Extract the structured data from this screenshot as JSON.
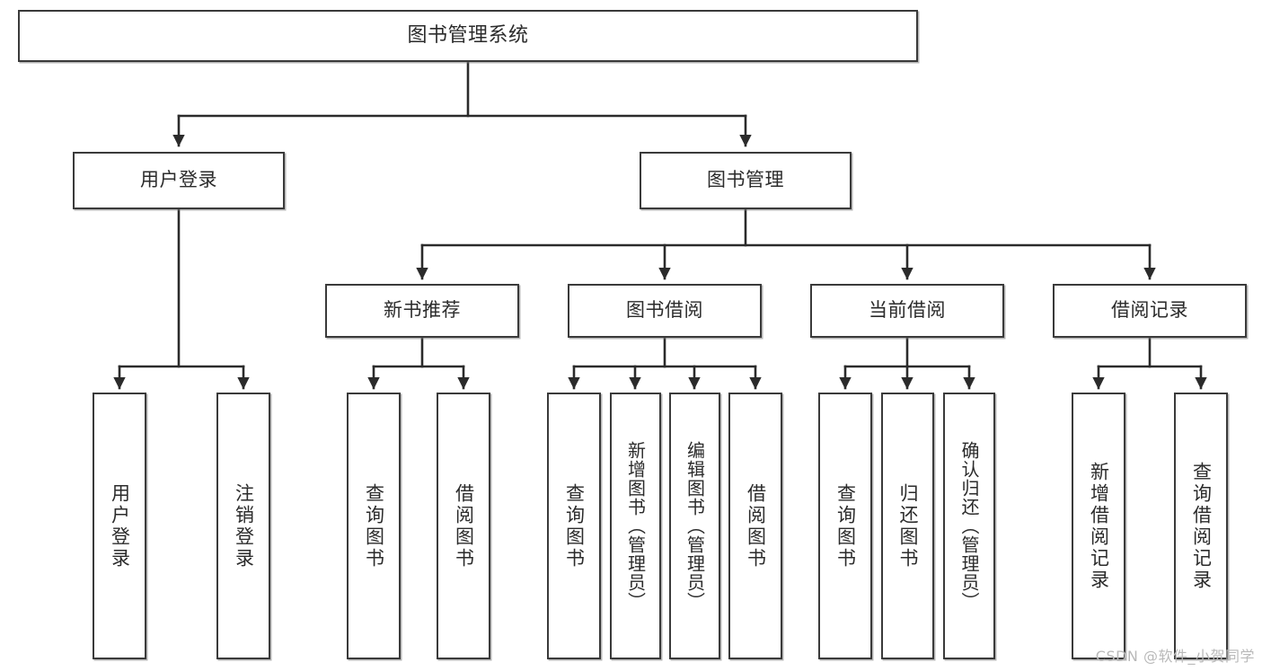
{
  "diagram": {
    "title": "图书管理系统",
    "type": "tree-hierarchy",
    "colors": {
      "box_border": "#3a3a3a",
      "box_fill": "#ffffff",
      "edge": "#2b2b2b",
      "text": "#2b2b2b",
      "watermark": "#b9b9b9",
      "background": "#ffffff"
    },
    "watermark": "CSDN @软件_小贺同学",
    "levels": {
      "level0": [
        {
          "id": "root",
          "label": "图书管理系统"
        }
      ],
      "level1": [
        {
          "id": "user-login",
          "label": "用户登录"
        },
        {
          "id": "book-manage",
          "label": "图书管理"
        }
      ],
      "level2": [
        {
          "id": "new-book-rec",
          "label": "新书推荐"
        },
        {
          "id": "book-borrow",
          "label": "图书借阅"
        },
        {
          "id": "current-borrow",
          "label": "当前借阅"
        },
        {
          "id": "borrow-record",
          "label": "借阅记录"
        }
      ],
      "level3": [
        {
          "id": "leaf-user-login",
          "label": "用户登录",
          "parent": "user-login"
        },
        {
          "id": "leaf-logout",
          "label": "注销登录",
          "parent": "user-login"
        },
        {
          "id": "leaf-query-book-1",
          "label": "查询图书",
          "parent": "new-book-rec"
        },
        {
          "id": "leaf-borrow-book-1",
          "label": "借阅图书",
          "parent": "new-book-rec"
        },
        {
          "id": "leaf-query-book-2",
          "label": "查询图书",
          "parent": "book-borrow"
        },
        {
          "id": "leaf-add-book",
          "label": "新增图书（管理员）",
          "parent": "book-borrow"
        },
        {
          "id": "leaf-edit-book",
          "label": "编辑图书（管理员）",
          "parent": "book-borrow"
        },
        {
          "id": "leaf-borrow-book-2",
          "label": "借阅图书",
          "parent": "book-borrow"
        },
        {
          "id": "leaf-query-book-3",
          "label": "查询图书",
          "parent": "current-borrow"
        },
        {
          "id": "leaf-return-book",
          "label": "归还图书",
          "parent": "current-borrow"
        },
        {
          "id": "leaf-confirm-return",
          "label": "确认归还（管理员）",
          "parent": "current-borrow"
        },
        {
          "id": "leaf-add-record",
          "label": "新增借阅记录",
          "parent": "borrow-record"
        },
        {
          "id": "leaf-query-record",
          "label": "查询借阅记录",
          "parent": "borrow-record"
        }
      ]
    }
  }
}
